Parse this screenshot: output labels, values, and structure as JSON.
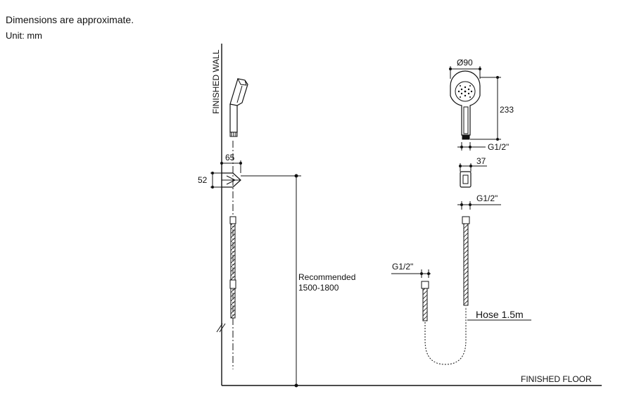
{
  "notes": {
    "approx": "Dimensions are approximate.",
    "unit": "Unit: mm"
  },
  "labels": {
    "finished_wall": "FINISHED WALL",
    "finished_floor": "FINISHED FLOOR",
    "recommended": "Recommended",
    "recommended_range": "1500-1800",
    "dim_65": "65",
    "dim_52": "52",
    "dim_diameter": "Ø90",
    "dim_233": "233",
    "thread_1": "G1/2\"",
    "dim_37": "37",
    "thread_2": "G1/2\"",
    "thread_3": "G1/2\"",
    "hose": "Hose 1.5m"
  },
  "colors": {
    "line": "#111111",
    "background": "#ffffff"
  }
}
